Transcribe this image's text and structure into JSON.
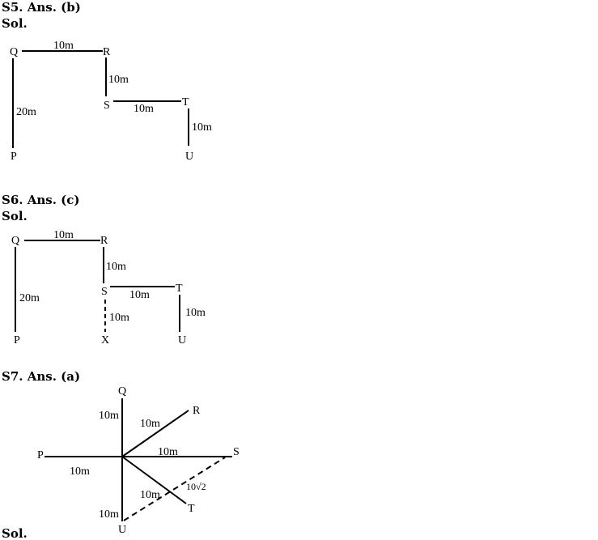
{
  "s5": {
    "heading": "S5. Ans. (b)",
    "sol": "Sol.",
    "points": {
      "P": "P",
      "Q": "Q",
      "R": "R",
      "S": "S",
      "T": "T",
      "U": "U"
    },
    "labels": {
      "QR": "10m",
      "RS": "10m",
      "PQ": "20m",
      "ST": "10m",
      "TU": "10m"
    }
  },
  "s6": {
    "heading": "S6. Ans. (c)",
    "sol": "Sol.",
    "points": {
      "P": "P",
      "Q": "Q",
      "R": "R",
      "S": "S",
      "T": "T",
      "U": "U",
      "X": "X"
    },
    "labels": {
      "QR": "10m",
      "RS": "10m",
      "PQ": "20m",
      "ST": "10m",
      "TU": "10m",
      "SX": "10m"
    }
  },
  "s7": {
    "heading": "S7. Ans. (a)",
    "sol": "Sol.",
    "points": {
      "P": "P",
      "Q": "Q",
      "R": "R",
      "S": "S",
      "T": "T",
      "U": "U"
    },
    "labels": {
      "OQ": "10m",
      "OR": "10m",
      "OS": "10m",
      "OP": "10m",
      "OT": "10m",
      "US": "10√2",
      "OU": "10m"
    }
  }
}
